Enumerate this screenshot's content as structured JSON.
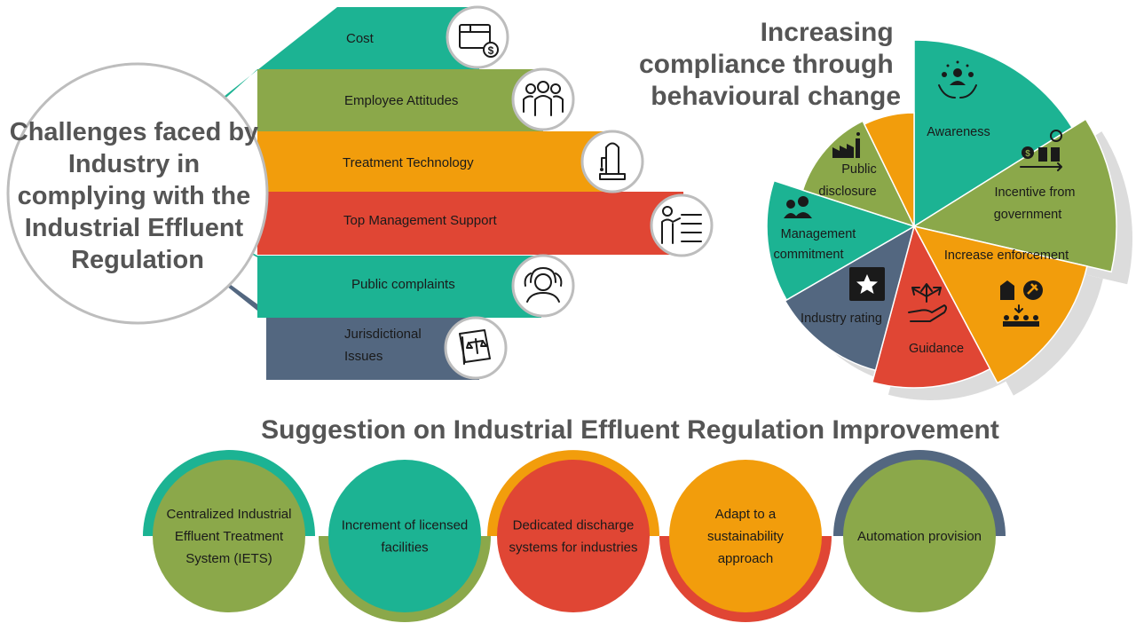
{
  "challenges": {
    "center_title_lines": [
      "Challenges faced by",
      "Industry in",
      "complying with the",
      "Industrial Effluent",
      "Regulation"
    ],
    "items": [
      {
        "label": "Cost",
        "icon": "cost-box-dollar-icon",
        "color": "#1cb393"
      },
      {
        "label": "Employee Attitudes",
        "icon": "employees-group-icon",
        "color": "#8ba84a"
      },
      {
        "label": "Treatment Technology",
        "icon": "treatment-tank-icon",
        "color": "#f29d0c"
      },
      {
        "label": "Top Management Support",
        "icon": "presenter-board-icon",
        "color": "#e04634"
      },
      {
        "label": "Public complaints",
        "icon": "complaining-people-icon",
        "color": "#1cb393"
      },
      {
        "label": "Jurisdictional",
        "label2": "Issues",
        "icon": "law-book-scales-icon",
        "color": "#536780"
      }
    ]
  },
  "compliance": {
    "title_lines": [
      "Increasing",
      "compliance through",
      "behavioural change"
    ],
    "segments": [
      {
        "label": "Awareness",
        "icon": "awareness-people-hands-icon",
        "color": "#1cb393"
      },
      {
        "label": "Incentive from",
        "label2": "government",
        "icon": "gift-incentive-icon",
        "color": "#8ba84a"
      },
      {
        "label": "Increase enforcement",
        "icon": "enforcement-building-gavel-icon",
        "color": "#f29d0c"
      },
      {
        "label": "Guidance",
        "icon": "guidance-hand-arrows-icon",
        "color": "#e04634"
      },
      {
        "label": "Industry rating",
        "icon": "star-rating-icon",
        "color": "#536780"
      },
      {
        "label": "Management",
        "label2": "commitment",
        "icon": "management-team-icon",
        "color": "#1cb393"
      },
      {
        "label": "Public",
        "label2": "disclosure",
        "icon": "factory-icon",
        "color": "#8ba84a"
      },
      {
        "label": "",
        "color": "#f29d0c"
      }
    ]
  },
  "suggestions": {
    "title": "Suggestion on Industrial Effluent Regulation Improvement",
    "items": [
      {
        "lines": [
          "Centralized Industrial",
          "Effluent Treatment",
          "System (IETS)"
        ],
        "fill": "#8ba84a",
        "ring": "#1cb393"
      },
      {
        "lines": [
          "Increment of licensed",
          "facilities"
        ],
        "fill": "#1cb393",
        "ring": "#8ba84a"
      },
      {
        "lines": [
          "Dedicated discharge",
          "systems for industries"
        ],
        "fill": "#e04634",
        "ring": "#f29d0c"
      },
      {
        "lines": [
          "Adapt to a",
          "sustainability",
          "approach"
        ],
        "fill": "#f29d0c",
        "ring": "#e04634"
      },
      {
        "lines": [
          "Automation provision"
        ],
        "fill": "#8ba84a",
        "ring": "#536780"
      }
    ]
  }
}
